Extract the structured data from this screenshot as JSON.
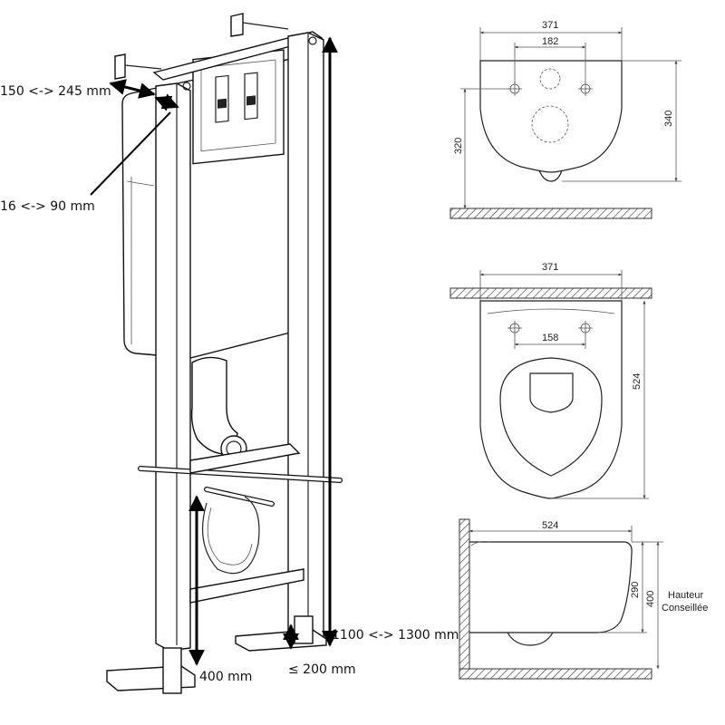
{
  "frame_labels": {
    "depth_range": "150 <-> 245 mm",
    "offset_range": "16 <-> 90 mm",
    "height_range": "1100 <-> 1300 mm",
    "bottom_height": "400 mm",
    "foot_height": "≤ 200 mm"
  },
  "front_view": {
    "width": "371",
    "hole_spacing": "182",
    "height_total": "340",
    "height_holes": "320"
  },
  "top_view": {
    "width": "371",
    "hole_spacing": "158",
    "depth": "524"
  },
  "side_view": {
    "length": "524",
    "height_bowl": "290",
    "height_total": "400",
    "note_line1": "Hauteur",
    "note_line2": "Conseillée"
  }
}
